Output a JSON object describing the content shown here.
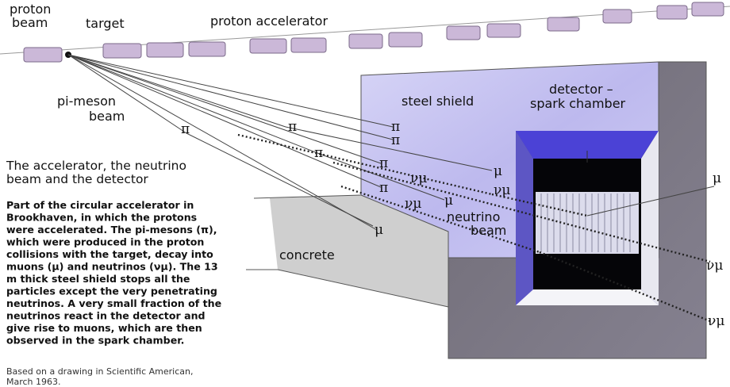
{
  "labels": {
    "proton_beam": [
      "proton",
      "beam"
    ],
    "target": "target",
    "proton_accelerator": "proton accelerator",
    "pi_meson_beam": [
      "pi-meson",
      "beam"
    ],
    "steel_shield": "steel shield",
    "detector": [
      "detector –",
      "spark chamber"
    ],
    "neutrino_beam": [
      "neutrino",
      "beam"
    ],
    "concrete": "concrete"
  },
  "symbols": {
    "pion": "π",
    "muon": "μ",
    "muon_neutrino": "νμ"
  },
  "caption": {
    "title": [
      "The accelerator, the neutrino",
      "beam and the detector"
    ],
    "body": [
      "Part of the circular accelerator in",
      "Brookhaven, in which the protons",
      "were accelerated. The pi-mesons (π),",
      "which were produced in the proton",
      "collisions with the target, decay into",
      "muons (μ) and neutrinos (νμ). The 13",
      "m thick steel shield stops all the",
      "particles except the very penetrating",
      "neutrinos. A very small fraction of the",
      "neutrinos react in the detector and",
      "give rise to muons, which are then",
      "observed in the spark chamber."
    ],
    "source": [
      "Based on a drawing in Scientific American,",
      "March 1963."
    ]
  },
  "colors": {
    "shield": "#c9c6f0",
    "detector_frame": "#4a3fc8",
    "concrete_dark": "#77737c",
    "concrete_light": "#c9c9c9",
    "magnet": "#cbb8d8"
  }
}
